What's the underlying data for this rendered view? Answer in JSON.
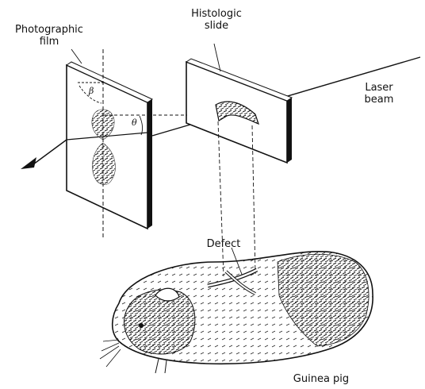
{
  "labels": {
    "photographic_film_line1": "Photographic",
    "photographic_film_line2": "film",
    "histologic_slide_line1": "Histologic",
    "histologic_slide_line2": "slide",
    "laser_beam_line1": "Laser",
    "laser_beam_line2": "beam",
    "defect": "Defect",
    "guinea_pig": "Guinea pig",
    "beta": "β",
    "theta": "θ"
  },
  "colors": {
    "ink": "#111111",
    "paper": "#ffffff"
  }
}
